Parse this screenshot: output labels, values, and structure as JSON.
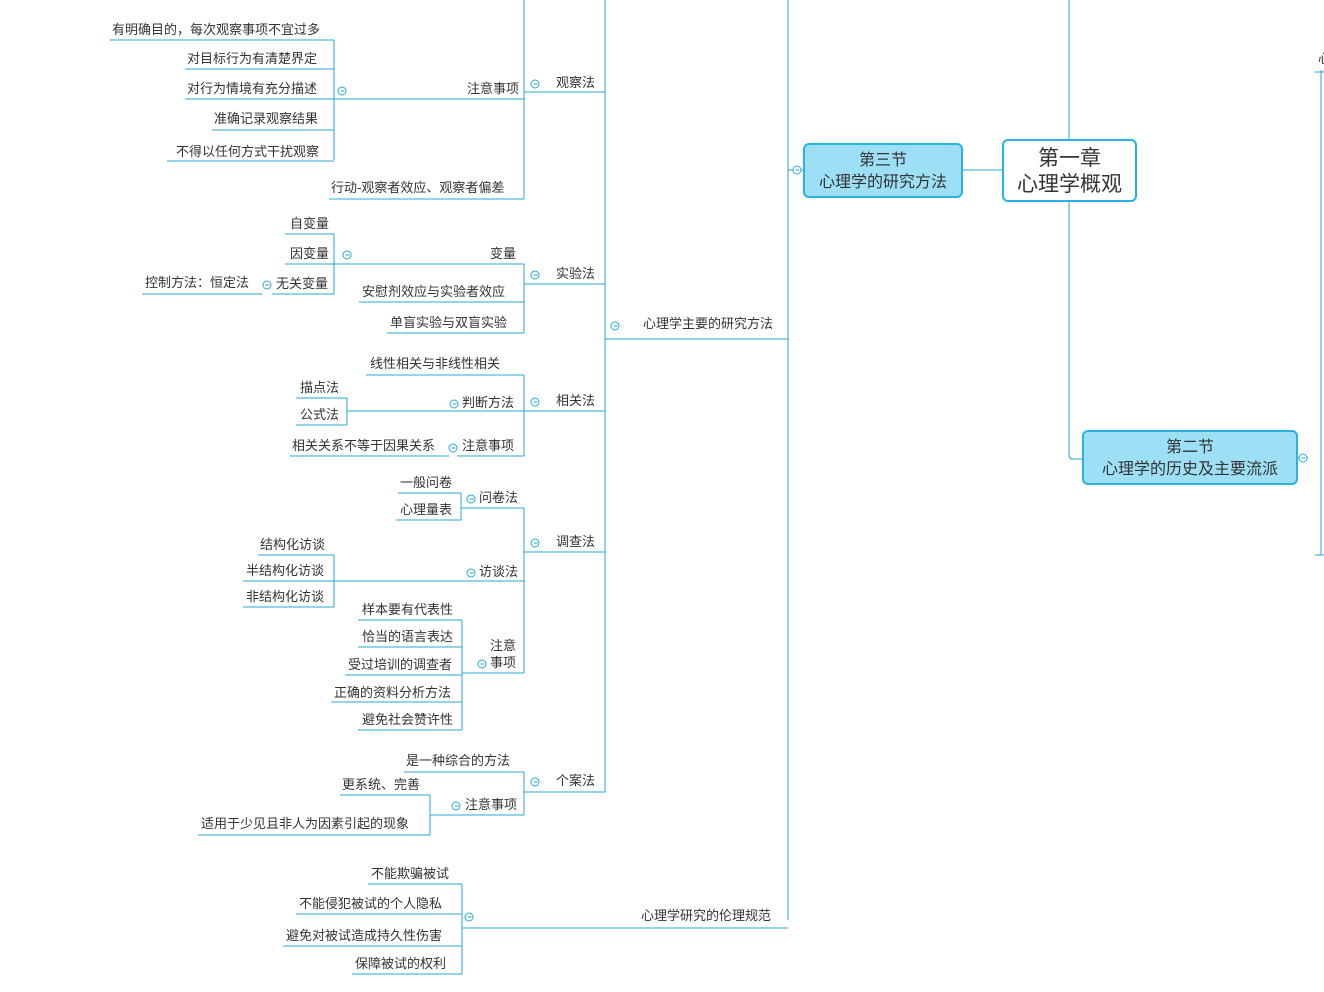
{
  "chapter": {
    "line1": "第一章",
    "line2": "心理学概观"
  },
  "section3": {
    "line1": "第三节",
    "line2": "心理学的研究方法"
  },
  "section2": {
    "line1": "第二节",
    "line2": "心理学的历史及主要流派"
  },
  "edge_text": "心",
  "main_methods": "心理学主要的研究方法",
  "observation": {
    "label": "观察法",
    "notes_label": "注意事项",
    "notes": [
      "有明确目的，每次观察事项不宜过多",
      "对目标行为有清楚界定",
      "对行为情境有充分描述",
      "准确记录观察结果",
      "不得以任何方式干扰观察"
    ],
    "bias": "行动-观察者效应、观察者偏差"
  },
  "experiment": {
    "label": "实验法",
    "variables_label": "变量",
    "variables": [
      "自变量",
      "因变量",
      "无关变量"
    ],
    "control": "控制方法：恒定法",
    "placebo": "安慰剂效应与实验者效应",
    "blind": "单盲实验与双盲实验"
  },
  "correlation": {
    "label": "相关法",
    "linear": "线性相关与非线性相关",
    "judge_label": "判断方法",
    "judge": [
      "描点法",
      "公式法"
    ],
    "notes_label": "注意事项",
    "notes": "相关关系不等于因果关系"
  },
  "survey": {
    "label": "调查法",
    "questionnaire_label": "问卷法",
    "questionnaire": [
      "一般问卷",
      "心理量表"
    ],
    "interview_label": "访谈法",
    "interview": [
      "结构化访谈",
      "半结构化访谈",
      "非结构化访谈"
    ],
    "notes_label_1": "注意",
    "notes_label_2": "事项",
    "notes": [
      "样本要有代表性",
      "恰当的语言表达",
      "受过培训的调查者",
      "正确的资料分析方法",
      "避免社会赞许性"
    ]
  },
  "case": {
    "label": "个案法",
    "comprehensive": "是一种综合的方法",
    "notes_label": "注意事项",
    "notes": [
      "更系统、完善",
      "适用于少见且非人为因素引起的现象"
    ]
  },
  "ethics": {
    "label": "心理学研究的伦理规范",
    "items": [
      "不能欺骗被试",
      "不能侵犯被试的个人隐私",
      "避免对被试造成持久性伤害",
      "保障被试的权利"
    ]
  }
}
